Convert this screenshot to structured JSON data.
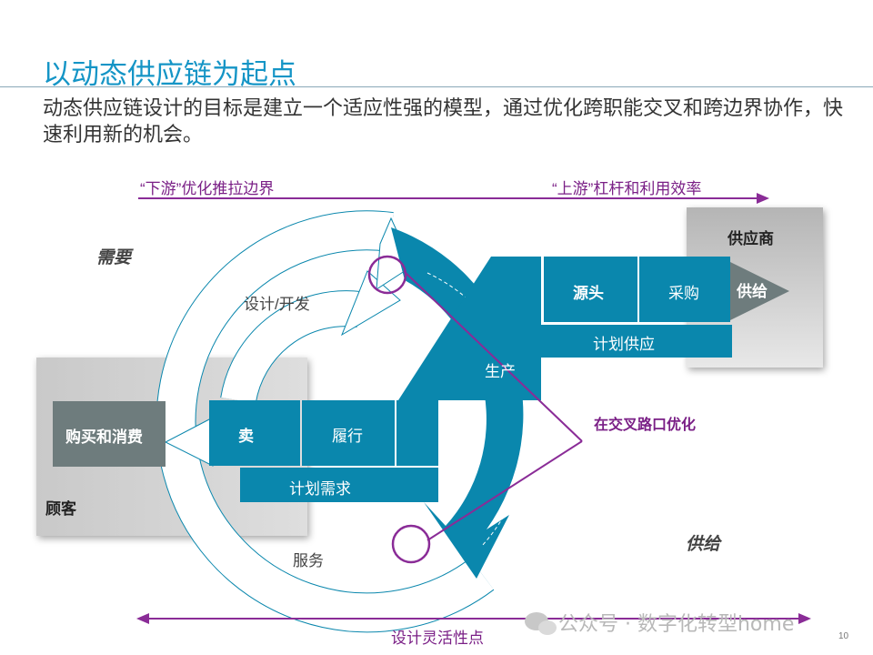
{
  "header": {
    "title": "以动态供应链为起点",
    "subtitle": "动态供应链设计的目标是建立一个适应性强的模型，通过优化跨职能交叉和跨边界协作，快速利用新的机会。"
  },
  "top_flow": {
    "left_label": "“下游”优化推拉边界",
    "right_label": "“上游”杠杆和利用效率"
  },
  "cycle": {
    "demand_label": "需要",
    "design_label": "设计/开发",
    "service_label": "服务",
    "supply_label": "供给"
  },
  "customer": {
    "box_label": "购买和消费",
    "caption": "顾客"
  },
  "supplier": {
    "caption": "供应商",
    "arrow_label": "供给"
  },
  "blocks": {
    "sell": "卖",
    "fulfill": "履行",
    "plan_demand": "计划需求",
    "production": "生产",
    "source": "源头",
    "purchase": "采购",
    "plan_supply": "计划供应"
  },
  "callout": {
    "text": "在交叉路口优化"
  },
  "bottom": {
    "label": "设计灵活性点"
  },
  "watermark": "公众号 · 数字化转型home",
  "page_number": "10",
  "colors": {
    "title": "#1595c6",
    "teal": "#0a87ad",
    "purple": "#8a2c97",
    "grey_box": "#6e7c7d"
  }
}
